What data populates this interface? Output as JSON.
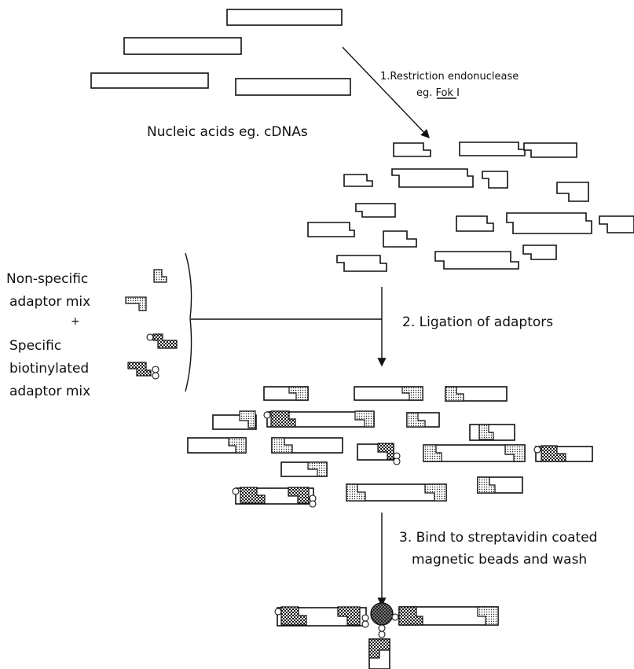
{
  "labels": {
    "nucleic_acids": "Nucleic acids eg. cDNAs",
    "step1_line1": "1.Restriction endonuclease",
    "step1_line2": "eg. Fok I",
    "non_specific_1": "Non-specific",
    "non_specific_2": "adaptor mix",
    "plus": "+",
    "specific_1": "Specific",
    "specific_2": "biotinylated",
    "specific_3": "adaptor mix",
    "step2": "2. Ligation of adaptors",
    "step3_line1": "3. Bind to streptavidin coated",
    "step3_line2": "magnetic beads and wash"
  }
}
